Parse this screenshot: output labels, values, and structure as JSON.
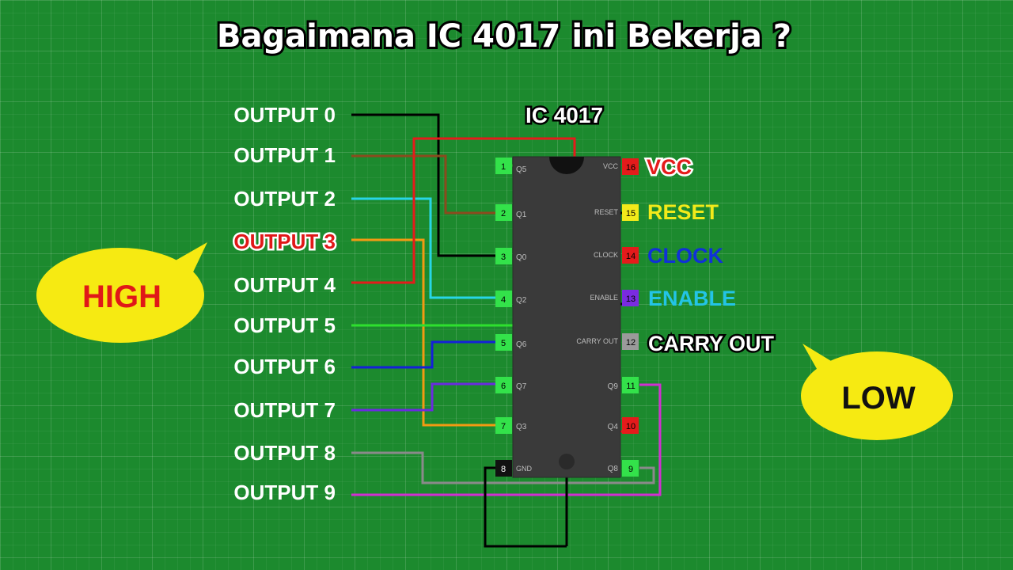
{
  "title": "Bagaimana IC 4017 ini Bekerja ?",
  "chip": {
    "label": "IC 4017",
    "left_pins": [
      {
        "num": "1",
        "name": "Q5"
      },
      {
        "num": "2",
        "name": "Q1"
      },
      {
        "num": "3",
        "name": "Q0"
      },
      {
        "num": "4",
        "name": "Q2"
      },
      {
        "num": "5",
        "name": "Q6"
      },
      {
        "num": "6",
        "name": "Q7"
      },
      {
        "num": "7",
        "name": "Q3"
      },
      {
        "num": "8",
        "name": "GND"
      }
    ],
    "right_pins": [
      {
        "num": "16",
        "name": "VCC"
      },
      {
        "num": "15",
        "name": "RESET"
      },
      {
        "num": "14",
        "name": "CLOCK"
      },
      {
        "num": "13",
        "name": "ENABLE"
      },
      {
        "num": "12",
        "name": "CARRY OUT"
      },
      {
        "num": "11",
        "name": "Q9"
      },
      {
        "num": "10",
        "name": "Q4"
      },
      {
        "num": "9",
        "name": "Q8"
      }
    ]
  },
  "outputs": [
    "OUTPUT 0",
    "OUTPUT 1",
    "OUTPUT 2",
    "OUTPUT 3",
    "OUTPUT 4",
    "OUTPUT 5",
    "OUTPUT 6",
    "OUTPUT 7",
    "OUTPUT 8",
    "OUTPUT 9"
  ],
  "active_output_index": 3,
  "pin_labels": [
    {
      "text": "VCC",
      "color": "#e41b1b"
    },
    {
      "text": "RESET",
      "color": "#f2ea1a"
    },
    {
      "text": "CLOCK",
      "color": "#1030d8"
    },
    {
      "text": "ENABLE",
      "color": "#23c4e6"
    },
    {
      "text": "CARRY OUT",
      "color": "#ffffff"
    }
  ],
  "bubbles": {
    "high": "HIGH",
    "low": "LOW"
  },
  "colors": {
    "background": "#1c8a2e",
    "chip_body": "#3a3a3a",
    "pin_green": "#33e24a",
    "pin_red": "#e41b1b",
    "pin_yellow": "#f2ea1a",
    "pin_purple": "#7a2be0",
    "pin_gray": "#9a9a9a",
    "bubble": "#f6ea12",
    "high_text": "#e01818",
    "low_text": "#111111"
  }
}
